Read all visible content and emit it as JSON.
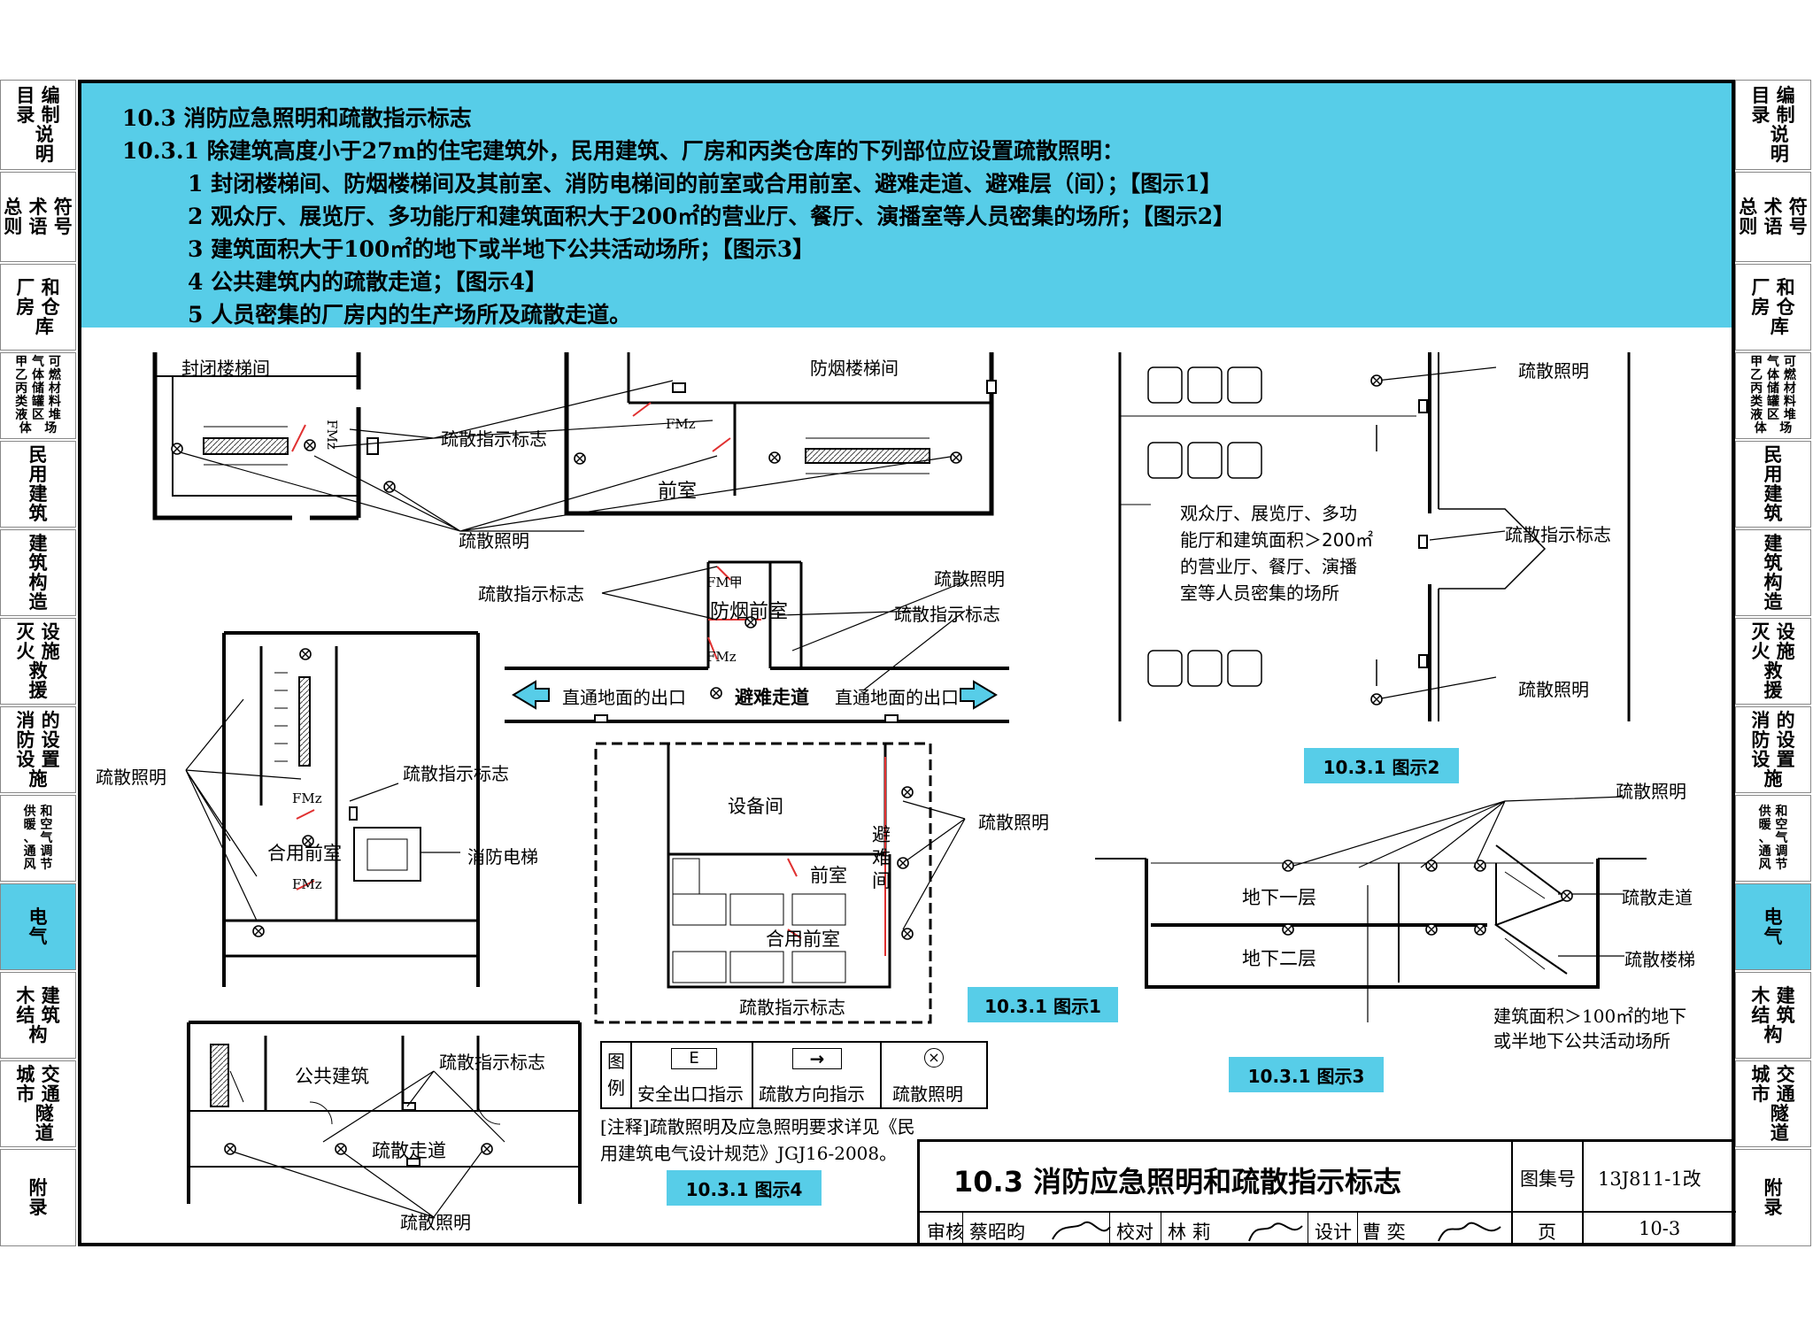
{
  "side_tabs": [
    {
      "label": "目 编\n录 制\n  说\n  明",
      "active": false
    },
    {
      "label": "总 术 符\n则 语 号",
      "active": false
    },
    {
      "label": "厂 和\n房 仓\n  库",
      "active": false
    },
    {
      "label": "甲 气 可\n乙 体 燃\n丙 储 材\n类 罐 料\n液 区 堆\n体   场",
      "active": false
    },
    {
      "label": "民\n用\n建\n筑",
      "active": false
    },
    {
      "label": "建\n筑\n构\n造",
      "active": false
    },
    {
      "label": "灭 设\n火 施\n救\n援",
      "active": false
    },
    {
      "label": "消 的\n防 设\n设 置\n施",
      "active": false
    },
    {
      "label": "供 和\n暖 空\n、 气\n通 调\n风 节",
      "active": false
    },
    {
      "label": "电\n气",
      "active": true
    },
    {
      "label": "木 建\n结 筑\n构",
      "active": false
    },
    {
      "label": "城 交\n市 通\n  隧\n  道",
      "active": false
    },
    {
      "label": "附\n录",
      "active": false
    }
  ],
  "header": {
    "section": "10.3  消防应急照明和疏散指示标志",
    "clause": "10.3.1   除建筑高度小于27m的住宅建筑外，民用建筑、厂房和丙类仓库的下列部位应设置疏散照明：",
    "items": [
      "1   封闭楼梯间、防烟楼梯间及其前室、消防电梯间的前室或合用前室、避难走道、避难层（间）；【图示1】",
      "2   观众厅、展览厅、多功能厅和建筑面积大于200㎡的营业厅、餐厅、演播室等人员密集的场所；【图示2】",
      "3   建筑面积大于100㎡的地下或半地下公共活动场所；【图示3】",
      "4   公共建筑内的疏散走道；【图示4】",
      "5   人员密集的厂房内的生产场所及疏散走道。"
    ]
  },
  "fig1": {
    "enclosed_stair": "封闭楼梯间",
    "smoke_stair": "防烟楼梯间",
    "evac_sign": "疏散指示标志",
    "evac_light": "疏散照明",
    "front_room": "前室",
    "smoke_front_room": "防烟前室",
    "refuge_corridor": "避难走道",
    "direct_exit": "直通地面的出口",
    "shared_front_room": "合用前室",
    "fire_elevator": "消防电梯",
    "equipment_room": "设备间",
    "refuge_room": "避\n难\n间",
    "fm_z": "FMz",
    "fm_jia": "FM甲",
    "caption": "10.3.1 图示1"
  },
  "fig2": {
    "evac_light": "疏散照明",
    "evac_sign": "疏散指示标志",
    "desc": "观众厅、展览厅、多功\n能厅和建筑面积＞200㎡\n的营业厅、餐厅、演播\n室等人员密集的场所",
    "caption": "10.3.1 图示2"
  },
  "fig3": {
    "evac_light": "疏散照明",
    "b1": "地下一层",
    "b2": "地下二层",
    "evac_corridor": "疏散走道",
    "evac_stair": "疏散楼梯",
    "desc": "建筑面积＞100㎡的地下\n或半地下公共活动场所",
    "caption": "10.3.1 图示3"
  },
  "fig4": {
    "public_building": "公共建筑",
    "evac_sign": "疏散指示标志",
    "evac_corridor": "疏散走道",
    "evac_light": "疏散照明",
    "caption": "10.3.1 图示4"
  },
  "legend": {
    "title": "图\n例",
    "exit_symbol": "E",
    "exit_label": "安全出口指示",
    "direction_label": "疏散方向指示",
    "light_label": "疏散照明"
  },
  "note": "[注释]疏散照明及应急照明要求详见《民\n用建筑电气设计规范》JGJ16-2008。",
  "title_block": {
    "title": "10.3 消防应急照明和疏散指示标志",
    "atlas_label": "图集号",
    "atlas_no": "13J811-1改",
    "review_label": "审核",
    "reviewer": "蔡昭昀",
    "check_label": "校对",
    "checker": "林  莉",
    "design_label": "设计",
    "designer": "曹  奕",
    "page_label": "页",
    "page_no": "10-3"
  },
  "colors": {
    "accent": "#57cde8",
    "fire_door": "#e03030"
  }
}
